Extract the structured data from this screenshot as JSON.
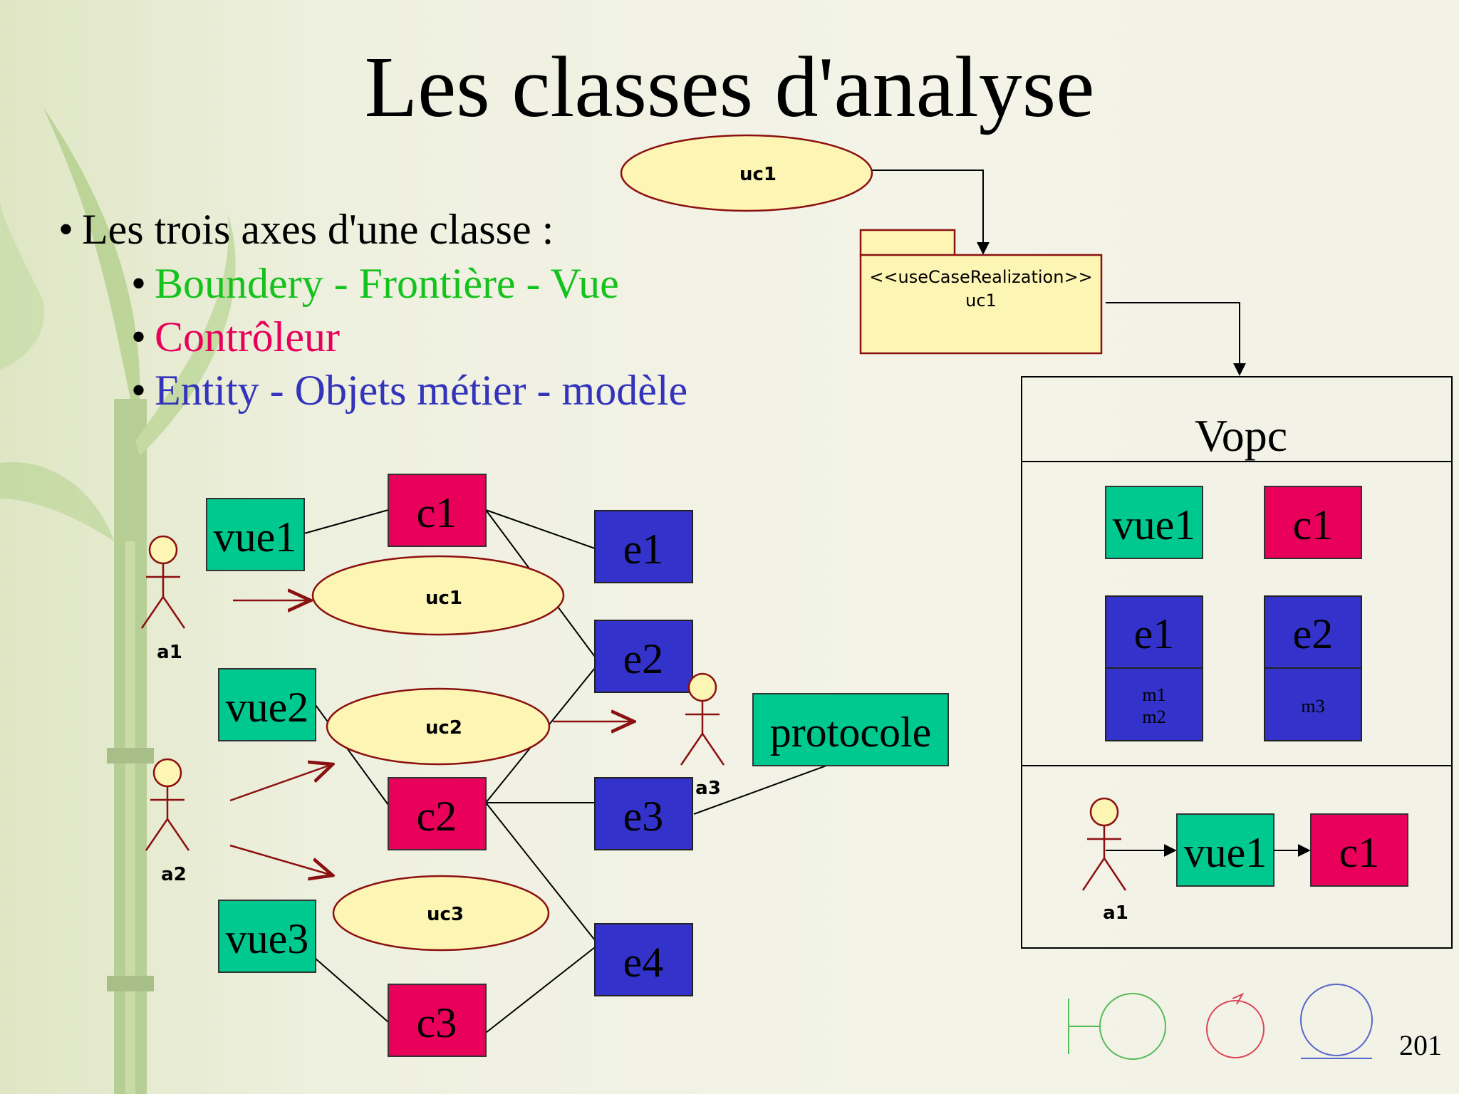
{
  "slide": {
    "title": "Les classes d'analyse",
    "page_number": "201"
  },
  "bullets": {
    "main": "Les trois axes d'une classe :",
    "boundary": "Boundery - Frontière - Vue",
    "controller": "Contrôleur",
    "entity": "Entity - Objets métier - modèle"
  },
  "colors": {
    "boundary": "#00c98f",
    "controller": "#e8005a",
    "entity": "#3333cc",
    "usecase_fill": "#fdf5b4",
    "usecase_stroke": "#8b1010",
    "arrow": "#8b1010"
  },
  "diagram": {
    "boundaries": [
      "vue1",
      "vue2",
      "vue3",
      "protocole"
    ],
    "controllers": [
      "c1",
      "c2",
      "c3"
    ],
    "entities": [
      "e1",
      "e2",
      "e3",
      "e4"
    ],
    "use_cases": [
      "uc1",
      "uc2",
      "uc3"
    ],
    "actors": [
      "a1",
      "a2",
      "a3"
    ]
  },
  "top_usecase": "uc1",
  "package": {
    "stereotype": "<<useCaseRealization>>",
    "name": "uc1"
  },
  "vopc": {
    "title": "Vopc",
    "vue1": "vue1",
    "c1": "c1",
    "e1": "e1",
    "e1_ops": [
      "m1",
      "m2"
    ],
    "e2": "e2",
    "e2_ops": [
      "m3"
    ],
    "seq_actor": "a1",
    "seq_vue": "vue1",
    "seq_controller": "c1"
  }
}
